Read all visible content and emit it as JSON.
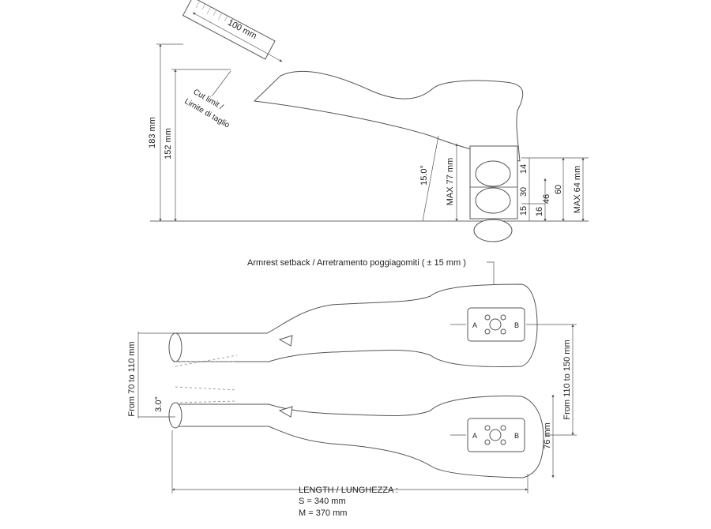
{
  "side_view": {
    "dim_100": "100 mm",
    "cut_limit_line1": "Cut limit /",
    "cut_limit_line2": "Limite di taglio",
    "dim_183": "183 mm",
    "dim_152": "152 mm",
    "angle_15": "15.0°",
    "max_77": "MAX 77 mm",
    "dim_14": "14",
    "dim_30": "30",
    "dim_15": "15",
    "dim_16": "16",
    "dim_46": "46",
    "dim_60": "60",
    "max_64": "MAX 64 mm"
  },
  "top_view": {
    "setback": "Armrest setback / Arretramento poggiagomiti ( ± 15 mm )",
    "from_70_110": "From 70 to 110 mm",
    "from_110_150": "From 110 to 150 mm",
    "angle_3": "3.0°",
    "dim_76": "76 mm",
    "pad_a": "A",
    "pad_b": "B",
    "length_label": "LENGTH / LUNGHEZZA :",
    "length_s": "S  = 340 mm",
    "length_m": "M = 370 mm"
  }
}
